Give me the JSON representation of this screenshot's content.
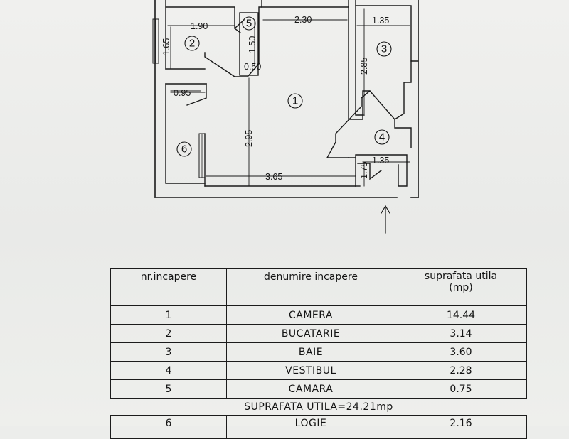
{
  "plan": {
    "dimensions": {
      "kitchen_width": "1.90",
      "kitchen_depth": "1.65",
      "pantry_depth": "1.50",
      "pantry_width": "0.50",
      "room_top_width": "2.30",
      "bath_width": "1.35",
      "bath_depth": "2.85",
      "loggia_width": "0.95",
      "room_depth": "2.95",
      "room_bottom_width": "3.65",
      "hall_width": "1.35",
      "hall_depth": "1.75"
    },
    "room_labels": {
      "room_1": "1",
      "room_2": "2",
      "room_3": "3",
      "room_4": "4",
      "room_5": "5",
      "room_6": "6"
    },
    "entrance_marker": "entrance-arrow"
  },
  "table": {
    "headers": {
      "number": "nr.incapere",
      "name": "denumire incapere",
      "area_line1": "suprafata utila",
      "area_line2": "(mp)"
    },
    "rows": [
      {
        "number": "1",
        "name": "CAMERA",
        "area": "14.44"
      },
      {
        "number": "2",
        "name": "BUCATARIE",
        "area": "3.14"
      },
      {
        "number": "3",
        "name": "BAIE",
        "area": "3.60"
      },
      {
        "number": "4",
        "name": "VESTIBUL",
        "area": "2.28"
      },
      {
        "number": "5",
        "name": "CAMARA",
        "area": "0.75"
      }
    ],
    "summary": "SUPRAFATA UTILA=24.21mp",
    "extra_rows": [
      {
        "number": "6",
        "name": "LOGIE",
        "area": "2.16"
      }
    ]
  }
}
